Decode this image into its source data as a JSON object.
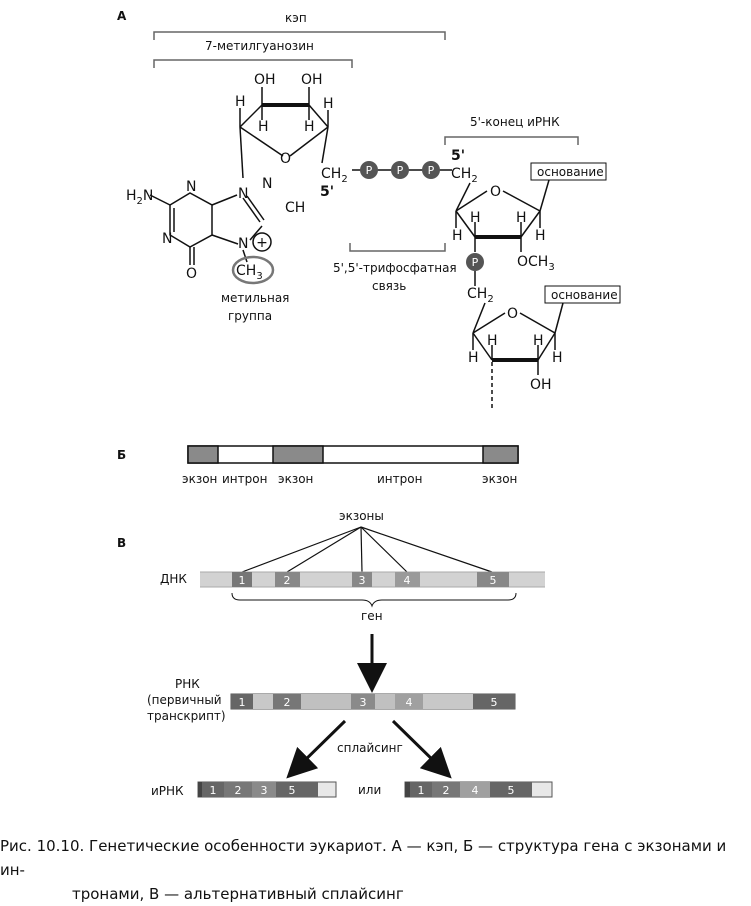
{
  "panels": {
    "a": "А",
    "b": "Б",
    "c": "В"
  },
  "cap_section": {
    "cap_label": "кэп",
    "guanosine_label": "7-метилгуанозин",
    "mrna_end_label": "5'-конец иРНК",
    "triphosphate_label_1": "5',5'-трифосфатная",
    "triphosphate_label_2": "связь",
    "methyl_label_1": "метильная",
    "methyl_label_2": "группа",
    "atoms": {
      "oh": "OH",
      "h": "H",
      "o": "O",
      "n": "N",
      "ch": "CH",
      "ch2": "CH",
      "sub2": "2",
      "sub3": "3",
      "five_prime": "5'",
      "p": "P",
      "h2n": "H",
      "nh2_n": "N",
      "ch3": "CH",
      "och3": "OCH",
      "plus": "+"
    },
    "base_label": "основание"
  },
  "gene_structure": {
    "labels": [
      "экзон",
      "интрон",
      "экзон",
      "интрон",
      "экзон"
    ]
  },
  "splicing": {
    "exons_label": "экзоны",
    "dna_label": "ДНК",
    "gene_label": "ген",
    "rna_label_1": "РНК",
    "rna_label_2": "(первичный",
    "rna_label_3": "транскрипт)",
    "splicing_label": "сплайсинг",
    "mrna_label": "иРНК",
    "or_label": "или",
    "exon_numbers": [
      "1",
      "2",
      "3",
      "4",
      "5"
    ],
    "variant_1": [
      "1",
      "2",
      "3",
      "5"
    ],
    "variant_2": [
      "1",
      "2",
      "4",
      "5"
    ]
  },
  "caption": {
    "line1": "Рис. 10.10. Генетические особенности эукариот. А — кэп, Б — структура гена с экзонами и ин-",
    "line2": "тронами, В — альтернативный сплайсинг"
  }
}
